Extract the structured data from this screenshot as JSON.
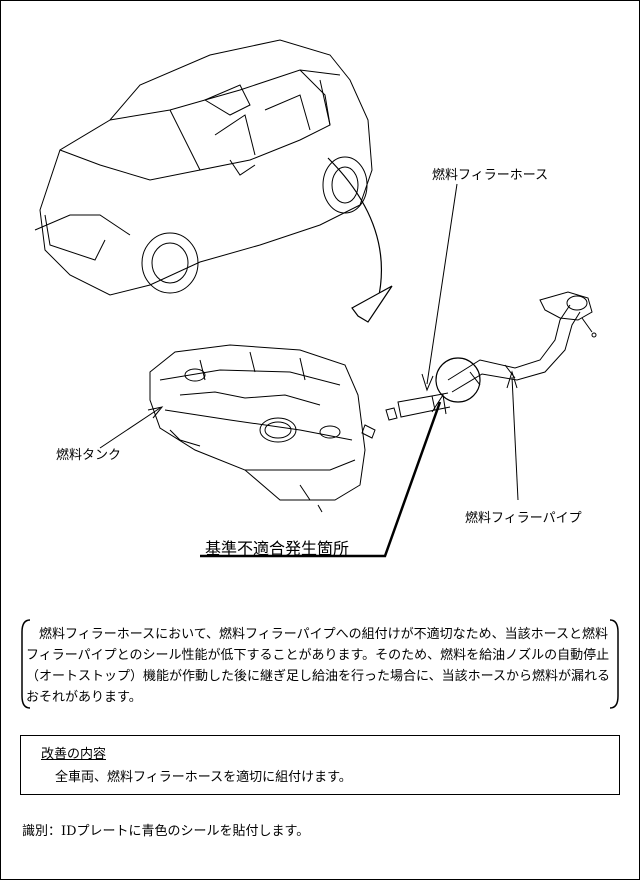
{
  "labels": {
    "filler_hose": "燃料フィラーホース",
    "fuel_tank": "燃料タンク",
    "filler_pipe": "燃料フィラーパイプ",
    "defect_location": "基準不適合発生箇所"
  },
  "description": "燃料フィラーホースにおいて、燃料フィラーパイプへの組付けが不適切なため、当該ホースと燃料フィラーパイプとのシール性能が低下することがあります。そのため、燃料を給油ノズルの自動停止（オートストップ）機能が作動した後に継ぎ足し給油を行った場合に、当該ホースから燃料が漏れるおそれがあります。",
  "improvement": {
    "title": "改善の内容",
    "text": "全車両、燃料フィラーホースを適切に組付けます。"
  },
  "identification": "識別：IDプレートに青色のシールを貼付します。"
}
